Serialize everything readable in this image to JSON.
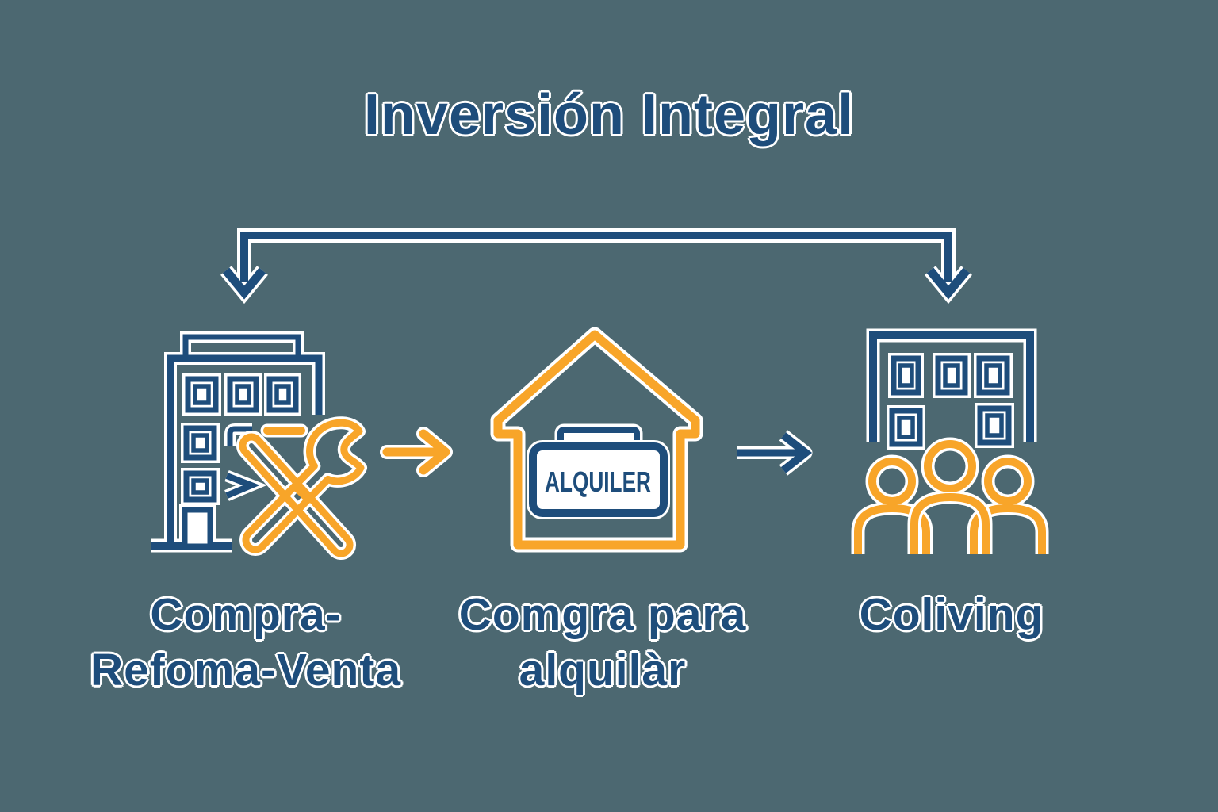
{
  "title": "Inversión Integral",
  "background_color": "#4C6871",
  "colors": {
    "navy": "#1E4D7B",
    "orange": "#F8A529",
    "outline_white": "#FFFFFF"
  },
  "flow": {
    "top_bracket": {
      "description": "split arrow branching from center down to first and last step",
      "icon": "split-down-arrow"
    },
    "steps": [
      {
        "icon": "building-renovation-tools-icon",
        "label_line1": "Compra-",
        "label_line2": "Refoma-Venta"
      },
      {
        "icon": "house-rental-sign-icon",
        "sign_text": "ALQUILER",
        "label_line1": "Comgra para",
        "label_line2": "alquilàr"
      },
      {
        "icon": "coliving-building-people-icon",
        "label_line1": "Coliving"
      }
    ],
    "connectors": [
      {
        "type": "arrow-right",
        "color": "orange"
      },
      {
        "type": "arrow-right",
        "color": "navy"
      }
    ]
  }
}
